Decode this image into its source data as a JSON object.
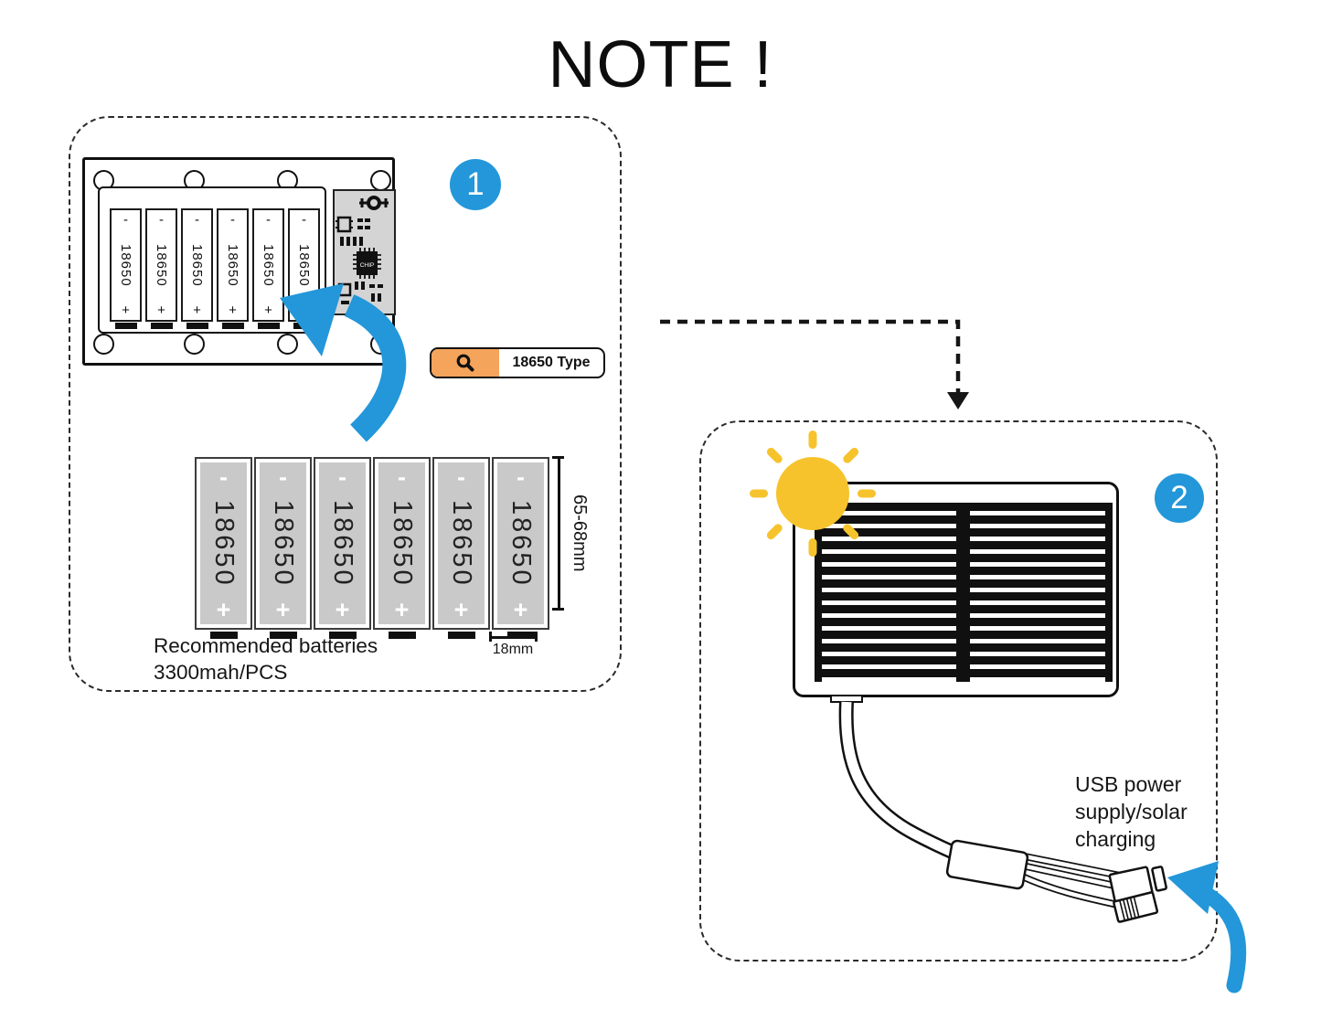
{
  "title": "NOTE !",
  "colors": {
    "blue": "#2397d9",
    "orange": "#f5a45c",
    "yellow": "#f6c32c"
  },
  "panel1": {
    "badge": "1",
    "minus": "-",
    "plus": "+",
    "holder_batteries": [
      "18650",
      "18650",
      "18650",
      "18650",
      "18650",
      "18650"
    ],
    "chip_label": "CHIP",
    "search_tag": "18650 Type",
    "row_batteries": [
      "18650",
      "18650",
      "18650",
      "18650",
      "18650",
      "18650"
    ],
    "height_dim": "65-68mm",
    "width_dim": "18mm",
    "note_line1": "Recommended batteries",
    "note_line2": "3300mah/PCS"
  },
  "panel2": {
    "badge": "2",
    "caption_line1": "USB power",
    "caption_line2": "supply/solar",
    "caption_line3": "charging"
  }
}
